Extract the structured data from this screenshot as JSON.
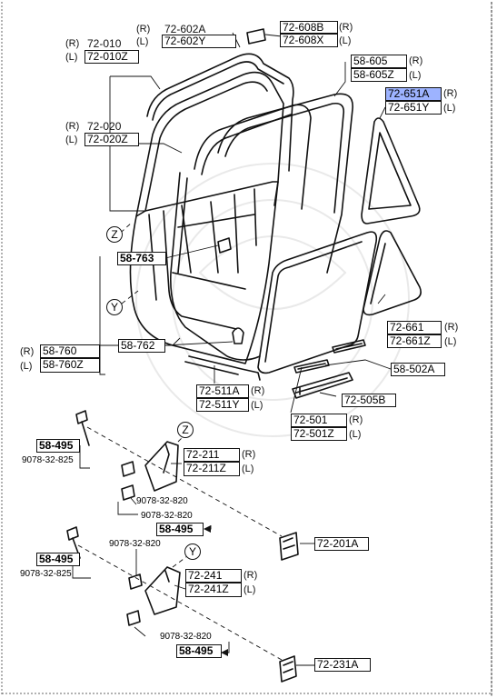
{
  "callouts": {
    "c72_602": {
      "r": "(R)",
      "l": "(L)",
      "a": "72-602A",
      "b": "72-602Y"
    },
    "c72_608": {
      "a": "72-608B",
      "b": "72-608X",
      "r": "(R)",
      "l": "(L)"
    },
    "c72_010": {
      "r": "(R)",
      "l": "(L)",
      "a": "72-010",
      "b": "72-010Z"
    },
    "c58_605": {
      "a": "58-605",
      "b": "58-605Z",
      "r": "(R)",
      "l": "(L)"
    },
    "c72_651": {
      "a": "72-651A",
      "b": "72-651Y",
      "r": "(R)",
      "l": "(L)"
    },
    "c72_020": {
      "r": "(R)",
      "l": "(L)",
      "a": "72-020",
      "b": "72-020Z"
    },
    "c58_763": {
      "a": "58-763"
    },
    "c72_661": {
      "a": "72-661",
      "b": "72-661Z",
      "r": "(R)",
      "l": "(L)"
    },
    "c58_760": {
      "r": "(R)",
      "l": "(L)",
      "a": "58-760",
      "b": "58-760Z"
    },
    "c58_762": {
      "a": "58-762"
    },
    "c58_502": {
      "a": "58-502A"
    },
    "c72_511": {
      "a": "72-511A",
      "b": "72-511Y",
      "r": "(R)",
      "l": "(L)"
    },
    "c72_505": {
      "a": "72-505B"
    },
    "c72_501": {
      "a": "72-501",
      "b": "72-501Z",
      "r": "(R)",
      "l": "(L)"
    },
    "c58_495a": {
      "a": "58-495",
      "sub": "9078-32-825"
    },
    "c72_211": {
      "a": "72-211",
      "b": "72-211Z",
      "r": "(R)",
      "l": "(L)"
    },
    "c9078_820a": {
      "a": "9078-32-820"
    },
    "c9078_820b": {
      "a": "9078-32-820",
      "box": "58-495"
    },
    "c72_201": {
      "a": "72-201A"
    },
    "c9078_820c": {
      "a": "9078-32-820"
    },
    "c58_495b": {
      "a": "58-495",
      "sub": "9078-32-825"
    },
    "c72_241": {
      "a": "72-241",
      "b": "72-241Z",
      "r": "(R)",
      "l": "(L)"
    },
    "c9078_820d": {
      "a": "9078-32-820",
      "box": "58-495"
    },
    "c72_231": {
      "a": "72-231A"
    }
  },
  "refs": {
    "z": "Z",
    "y": "Y"
  },
  "colors": {
    "line": "#111111",
    "highlight": "#9db3ff",
    "border": "#555555"
  }
}
